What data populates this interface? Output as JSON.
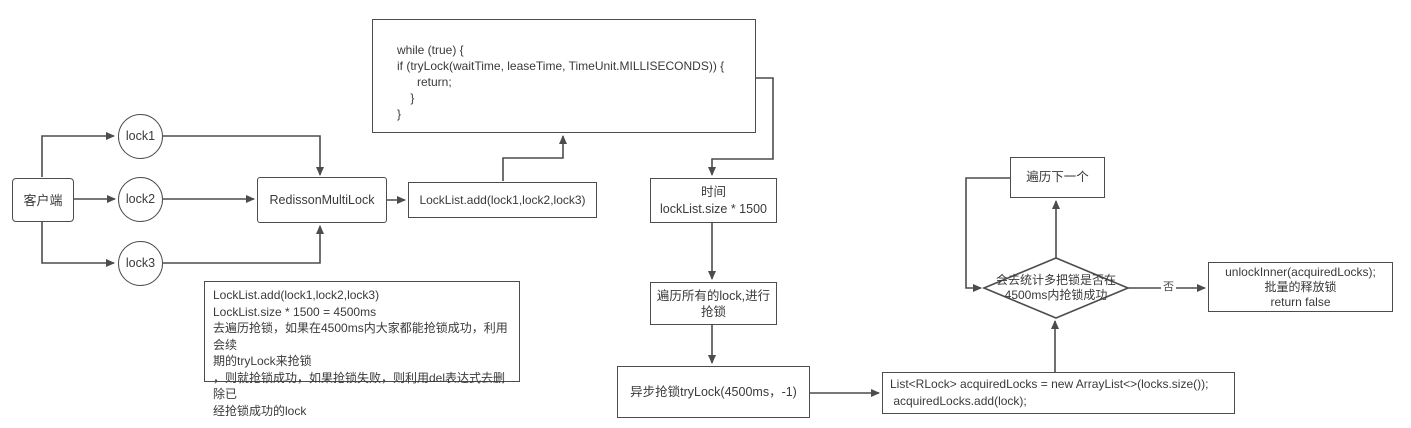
{
  "colors": {
    "stroke": "#4c4c4c",
    "text": "#3a3a3a",
    "background": "#ffffff"
  },
  "client": {
    "label": "客户端"
  },
  "locks": [
    "lock1",
    "lock2",
    "lock3"
  ],
  "multilock": {
    "label": "RedissonMultiLock"
  },
  "locklist": {
    "label": "LockList.add(lock1,lock2,lock3)"
  },
  "code": {
    "lines": [
      "while (true) {",
      "if (tryLock(waitTime, leaseTime, TimeUnit.MILLISECONDS)) {",
      "      return;",
      "    }",
      "}"
    ]
  },
  "time_box": {
    "line1": "时间",
    "line2": "lockList.size * 1500"
  },
  "iterate_box": {
    "line1": "遍历所有的lock,进行",
    "line2": "抢锁"
  },
  "async_box": {
    "label": "异步抢锁tryLock(4500ms，-1)"
  },
  "list_box": {
    "line1": "List<RLock> acquiredLocks = new ArrayList<>(locks.size());",
    "line2": " acquiredLocks.add(lock);"
  },
  "decision": {
    "line1": "会去统计多把锁是否在",
    "line2": "4500ms内抢锁成功"
  },
  "next_box": {
    "label": "遍历下一个"
  },
  "no_label": "否",
  "unlock_box": {
    "line1": "unlockInner(acquiredLocks);",
    "line2": "批量的释放锁",
    "line3": "return false"
  },
  "note": {
    "lines": [
      "LockList.add(lock1,lock2,lock3)",
      "LockList.size * 1500 = 4500ms",
      "去遍历抢锁，如果在4500ms内大家都能抢锁成功，利用会续",
      "期的tryLock来抢锁",
      "，则就抢锁成功，如果抢锁失败，则利用del表达式去删除已",
      "经抢锁成功的lock"
    ]
  }
}
